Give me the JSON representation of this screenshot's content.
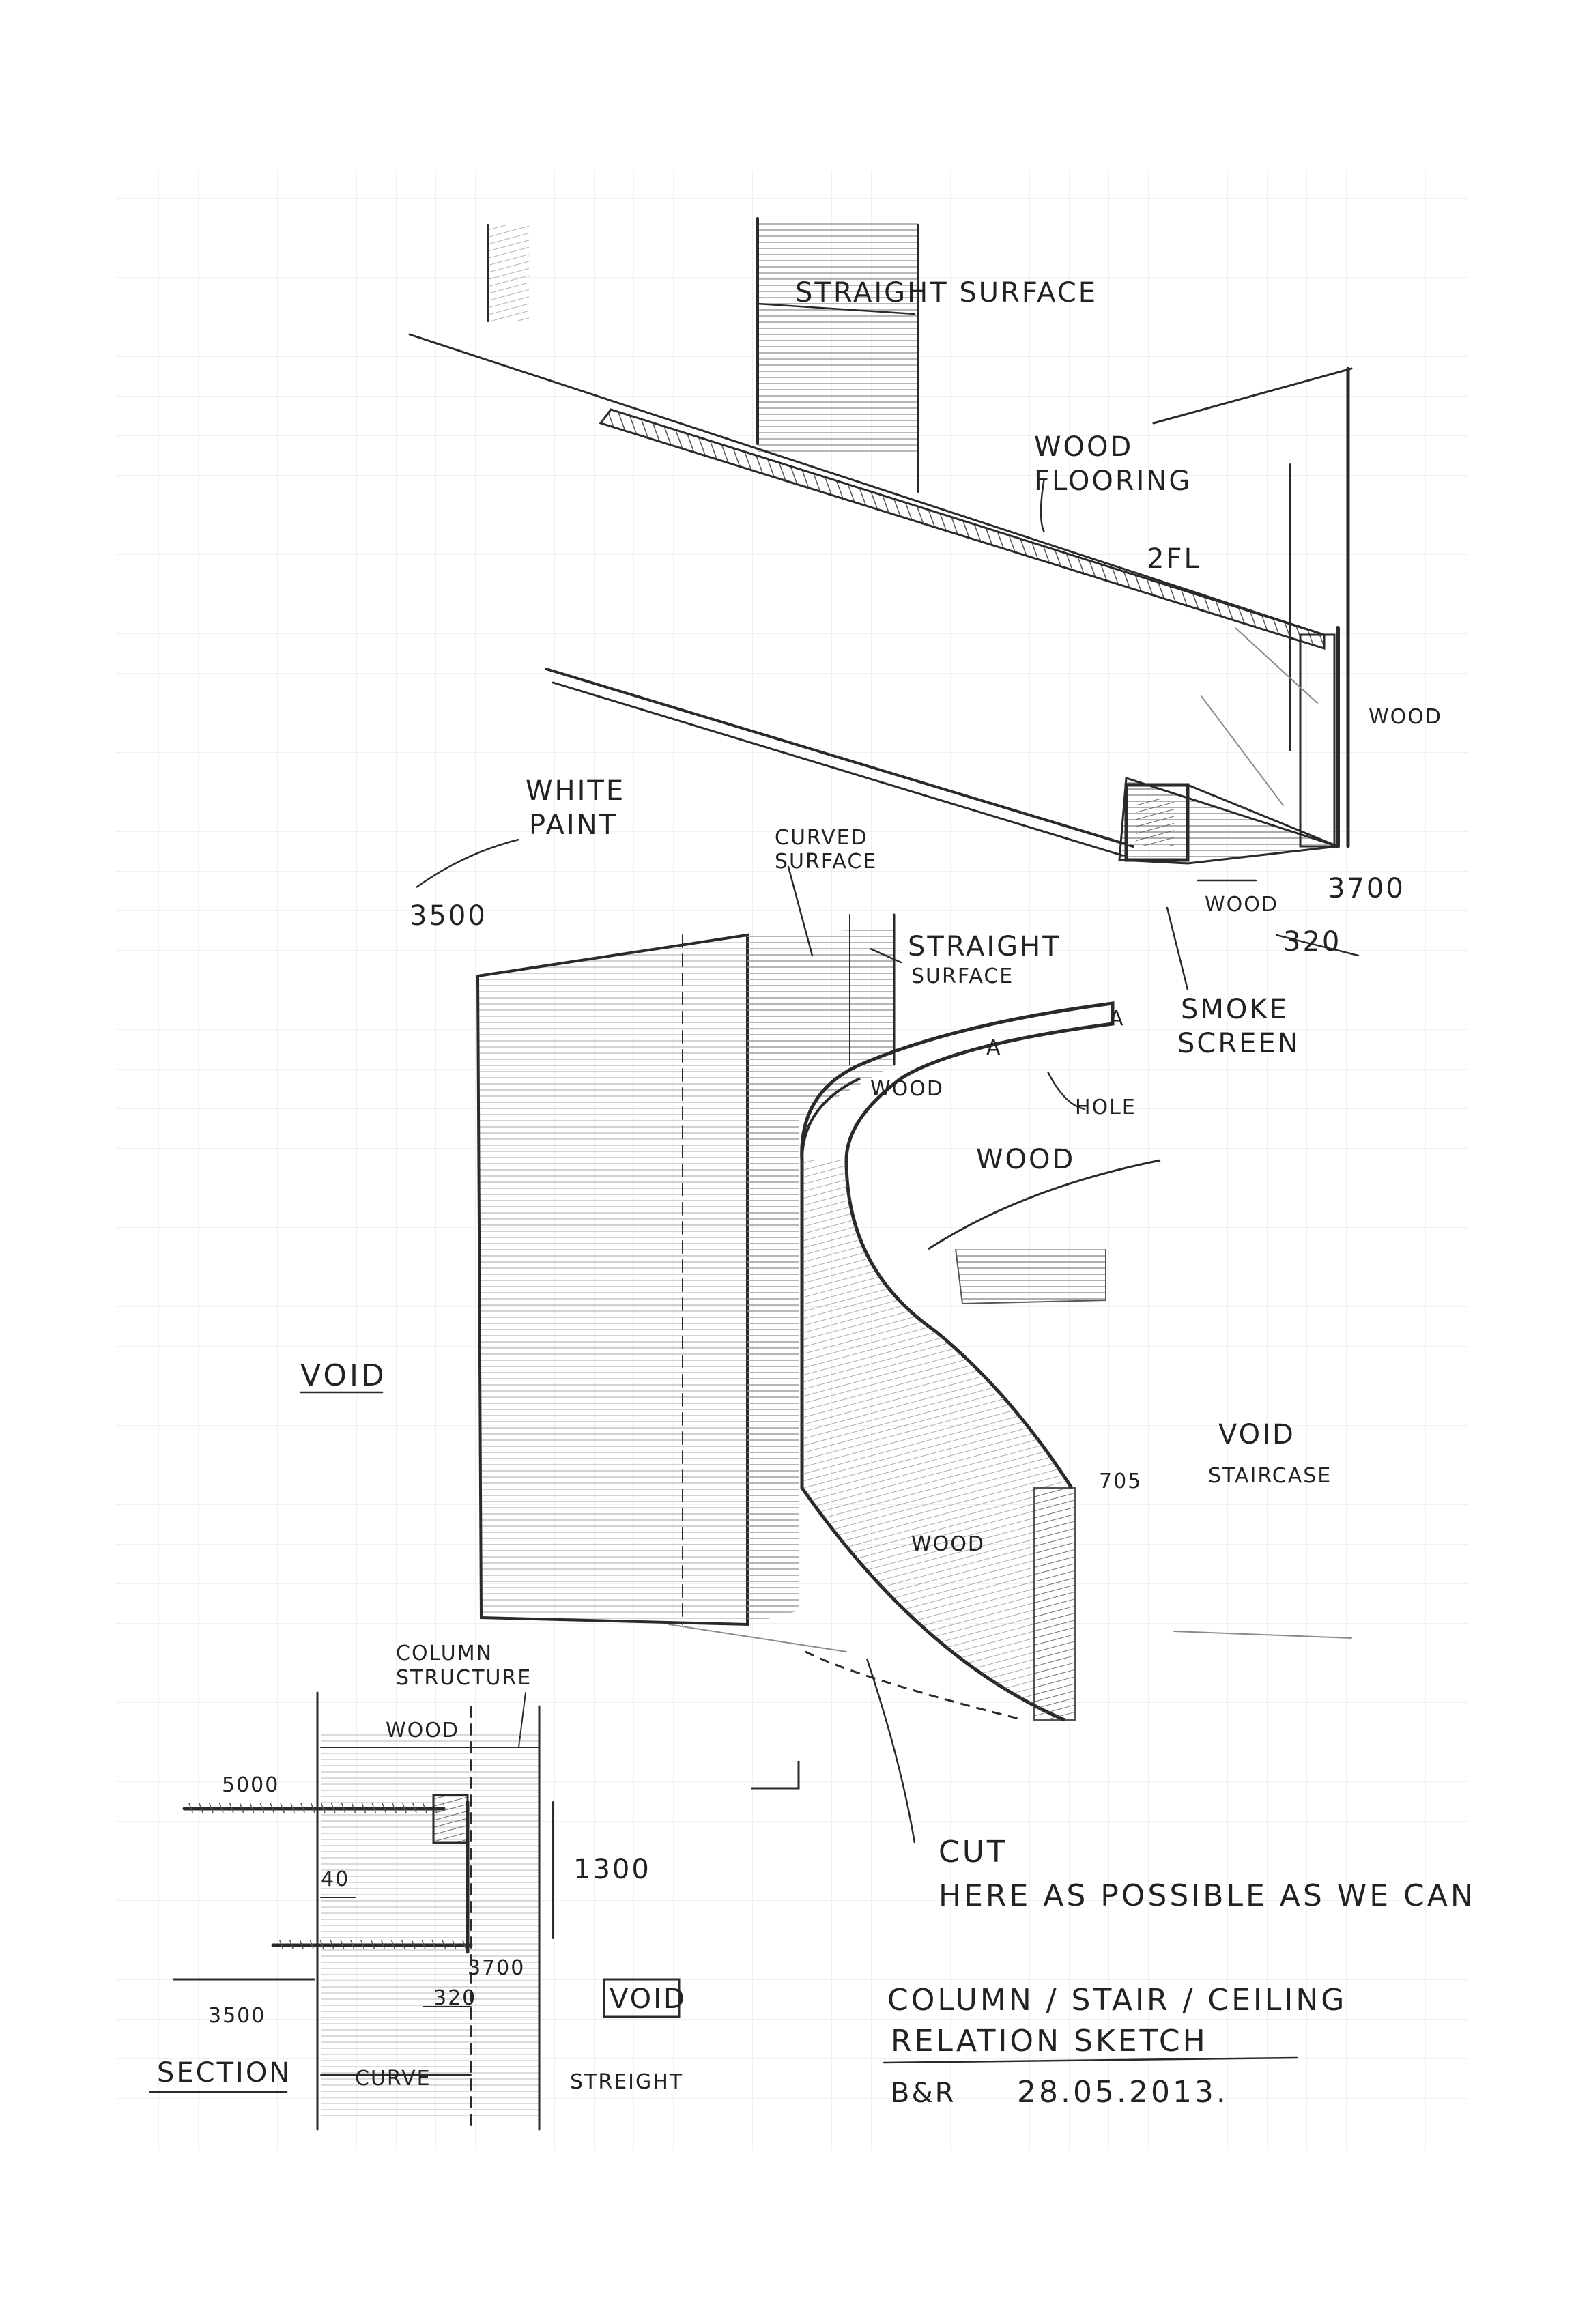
{
  "labels": {
    "straight_surface_top": "STRAIGHT SURFACE",
    "wood_flooring_1": "WOOD",
    "wood_flooring_2": "FLOORING",
    "level_2fl": "2FL",
    "wood_right": "WOOD",
    "white_paint_1": "WHITE",
    "white_paint_2": "PAINT",
    "curved_surface_1": "CURVED",
    "curved_surface_2": "SURFACE",
    "straight_surface_mid_1": "STRAIGHT",
    "straight_surface_mid_2": "SURFACE",
    "level_3500_top": "3500",
    "wood_small": "WOOD",
    "level_3700_top": "3700",
    "dim_320_top": "320",
    "smoke_screen_1": "SMOKE",
    "smoke_screen_2": "SCREEN",
    "hole": "HOLE",
    "wood_rail": "WOOD",
    "wood_stair": "WOOD",
    "a_mark_1": "A",
    "a_mark_2": "A",
    "void_left": "VOID",
    "void_staircase_1": "VOID",
    "void_staircase_2": "STAIRCASE",
    "level_705": "705",
    "wood_curve": "WOOD",
    "column_structure_1": "COLUMN",
    "column_structure_2": "STRUCTURE",
    "wood_section": "WOOD",
    "level_5000": "5000",
    "dim_40": "40",
    "dim_1300": "1300",
    "level_3700_sec": "3700",
    "level_3500_sec": "3500",
    "dim_320_sec": "320",
    "void_box": "VOID",
    "section": "SECTION",
    "curve": "CURVE",
    "streight": "STREIGHT",
    "cut_1": "CUT",
    "cut_2": "HERE AS POSSIBLE AS WE CAN"
  },
  "title_block": {
    "line1": "COLUMN / STAIR / CEILING",
    "line2": "RELATION   SKETCH",
    "author": "B&R",
    "date": "28.05.2013."
  },
  "colors": {
    "pencil": "#2a2a2a",
    "paper": "#ffffff",
    "grid": "#e6ebf0"
  }
}
